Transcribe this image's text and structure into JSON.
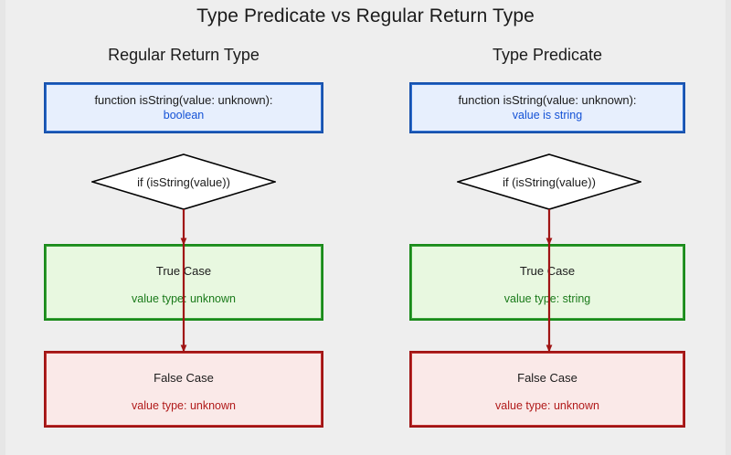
{
  "page": {
    "title": "Type Predicate vs Regular Return Type",
    "background_color": "#eeeeee"
  },
  "colors": {
    "function_border": "#1852ad",
    "function_fill": "#e7effd",
    "function_text": "#1452d6",
    "true_border": "#1a8a1a",
    "true_fill": "#e8f8e0",
    "true_text": "#1a7a1a",
    "false_border": "#a01414",
    "false_fill": "#fae9e8",
    "false_text": "#b11a1a",
    "arrow": "#a01414",
    "decision_border": "#000000",
    "decision_fill": "#ffffff"
  },
  "columns": [
    {
      "id": "regular-return-type",
      "header": "Regular Return Type",
      "function_node": {
        "signature": "function isString(value: unknown):",
        "return_type": "boolean"
      },
      "decision_node": {
        "label": "if (isString(value))"
      },
      "true_node": {
        "title": "True Case",
        "detail": "value type: unknown"
      },
      "false_node": {
        "title": "False Case",
        "detail": "value type: unknown"
      }
    },
    {
      "id": "type-predicate",
      "header": "Type Predicate",
      "function_node": {
        "signature": "function isString(value: unknown):",
        "return_type": "value is string"
      },
      "decision_node": {
        "label": "if (isString(value))"
      },
      "true_node": {
        "title": "True Case",
        "detail": "value type: string"
      },
      "false_node": {
        "title": "False Case",
        "detail": "value type: unknown"
      }
    }
  ]
}
